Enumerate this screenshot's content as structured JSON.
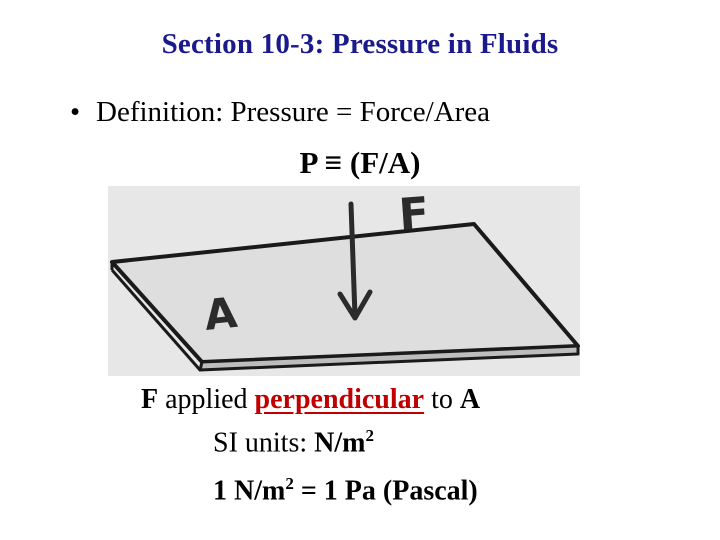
{
  "slide": {
    "title": "Section 10-3: Pressure in Fluids",
    "bullet": {
      "marker": "•",
      "text": "Definition: Pressure = Force/Area"
    },
    "equation": {
      "lhs": "P",
      "symbol": "≡",
      "rhs": "(F/A)"
    },
    "figure": {
      "force_label": "F",
      "area_label": "A"
    },
    "lines": {
      "line1": {
        "part1": "F",
        "part2": " applied ",
        "part3": "perpendicular",
        "part4": " to ",
        "part5": "A"
      },
      "line2": {
        "label": "SI units: ",
        "unit": "N/m",
        "exp": "2"
      },
      "line3": {
        "a": "1 N/m",
        "exp": "2",
        "b": " = 1 Pa (Pascal)"
      }
    },
    "colors": {
      "title": "#1a1a8c",
      "emphasis": "#c00000"
    }
  }
}
